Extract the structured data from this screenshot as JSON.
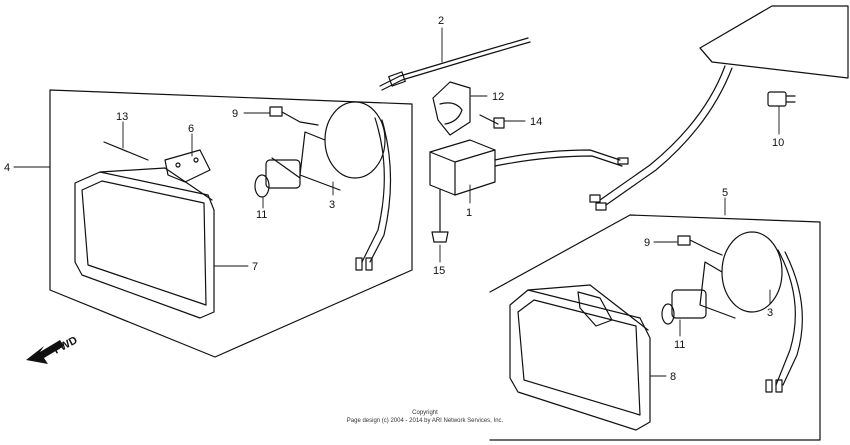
{
  "callouts": {
    "c2": "2",
    "c12": "12",
    "c14": "14",
    "c9a": "9",
    "c13": "13",
    "c6": "6",
    "c4": "4",
    "c3a": "3",
    "c11a": "11",
    "c7": "7",
    "c1": "1",
    "c15": "15",
    "c10": "10",
    "c5": "5",
    "c9b": "9",
    "c3b": "3",
    "c11b": "11",
    "c8": "8"
  },
  "fwd_label": "FWD",
  "copyright": {
    "line1": "Copyright",
    "line2": "Page design (c) 2004 - 2014 by ARI Network Services, Inc."
  }
}
